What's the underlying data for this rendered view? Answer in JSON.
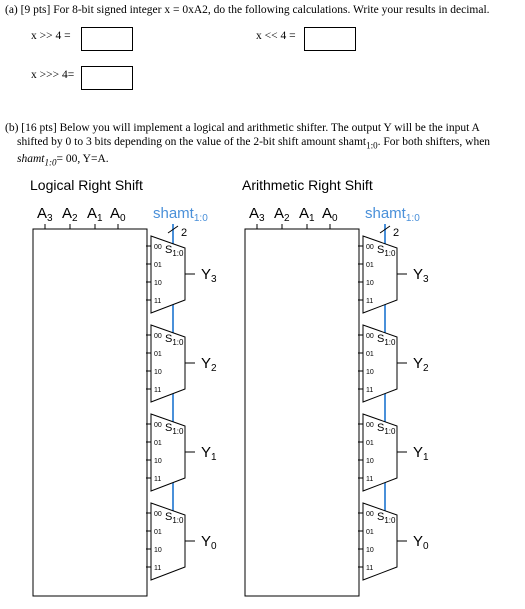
{
  "part_a": {
    "text": "(a) [9 pts] For 8-bit signed integer x = 0xA2, do the following calculations. Write your results in decimal.",
    "q1": "x >> 4 =",
    "q2": "x << 4 =",
    "q3": "x >>> 4="
  },
  "part_b": {
    "line1": "(b) [16 pts] Below you will implement a logical and arithmetic shifter. The output Y will be the input A",
    "line2": "shifted by 0 to 3 bits depending on the value of the 2-bit shift amount shamt",
    "line2_sub": "1:0",
    "line2_end": ". For both shifters, when",
    "line3": "shamt",
    "line3_sub": "1:0",
    "line3_end": "= 00, Y=A."
  },
  "diagrams": {
    "logical_title": "Logical Right Shift",
    "arithmetic_title": "Arithmetic Right Shift",
    "inputs": [
      "A3",
      "A2",
      "A1",
      "A0"
    ],
    "shamt": "shamt",
    "shamt_sub": "1:0",
    "bus_width": "2",
    "select_label": "S",
    "select_sub": "1:0",
    "mux_inputs": [
      "00",
      "01",
      "10",
      "11"
    ],
    "outputs": [
      "Y3",
      "Y2",
      "Y1",
      "Y0"
    ],
    "colors": {
      "wire": "#4a90d9",
      "line": "#000000"
    }
  }
}
